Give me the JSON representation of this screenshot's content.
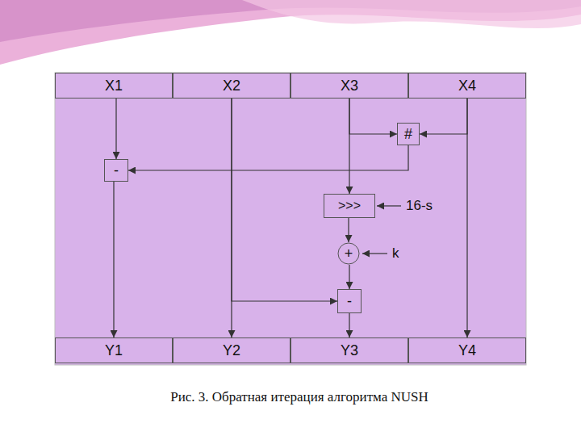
{
  "diagram": {
    "caption": "Рис. 3. Обратная итерация алгоритма NUSH",
    "nodes": [
      {
        "text": [
          "X1"
        ]
      },
      {
        "text": [
          "X2"
        ]
      },
      {
        "text": [
          "X3"
        ]
      },
      {
        "text": [
          "X4"
        ]
      },
      {
        "text": [
          "#"
        ]
      },
      {
        "text": [
          "-"
        ]
      },
      {
        "text": [
          ">>>"
        ]
      },
      {
        "text": [
          "+"
        ]
      },
      {
        "text": [
          "-"
        ]
      },
      {
        "text": [
          "Y1"
        ]
      },
      {
        "text": [
          "Y2"
        ]
      },
      {
        "text": [
          "Y3"
        ]
      },
      {
        "text": [
          "Y4"
        ]
      }
    ],
    "edges": [
      {
        "from": 0,
        "to": 5,
        "arrow": "to"
      },
      {
        "from": 2,
        "to": 4,
        "arrow": "to"
      },
      {
        "from": 3,
        "to": 4,
        "arrow": "to"
      },
      {
        "from": 4,
        "to": 5,
        "arrow": "to"
      },
      {
        "from": 2,
        "to": 6,
        "arrow": "to"
      },
      {
        "from": 6,
        "to": 7,
        "arrow": "to"
      },
      {
        "from": 7,
        "to": 8,
        "arrow": "to"
      },
      {
        "from": 1,
        "to": 8,
        "arrow": "to"
      },
      {
        "from": 5,
        "to": 9,
        "arrow": "to"
      },
      {
        "from": 1,
        "to": 10,
        "arrow": "to"
      },
      {
        "from": 8,
        "to": 11,
        "arrow": "to"
      },
      {
        "from": 3,
        "to": 12,
        "arrow": "to"
      }
    ],
    "labels": [
      "16-s",
      "k"
    ]
  }
}
